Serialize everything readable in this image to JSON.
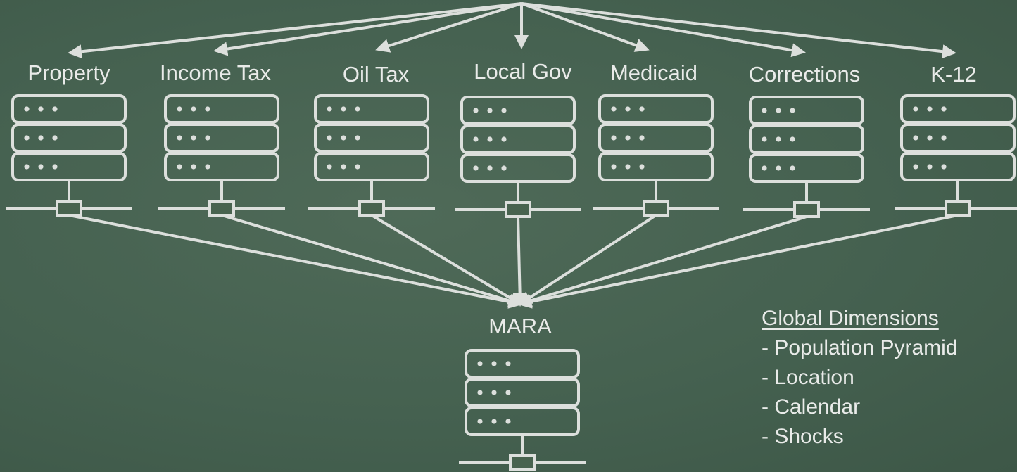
{
  "nodes": [
    {
      "id": "property",
      "label": "Property",
      "icon": "database-server-icon"
    },
    {
      "id": "income-tax",
      "label": "Income Tax",
      "icon": "database-server-icon"
    },
    {
      "id": "oil-tax",
      "label": "Oil Tax",
      "icon": "database-server-icon"
    },
    {
      "id": "local-gov",
      "label": "Local Gov",
      "icon": "database-server-icon"
    },
    {
      "id": "medicaid",
      "label": "Medicaid",
      "icon": "database-server-icon"
    },
    {
      "id": "corrections",
      "label": "Corrections",
      "icon": "database-server-icon"
    },
    {
      "id": "k-12",
      "label": "K-12",
      "icon": "database-server-icon"
    }
  ],
  "hub": {
    "id": "mara",
    "label": "MARA",
    "icon": "database-server-icon"
  },
  "legend": {
    "title": "Global Dimensions",
    "items": [
      "- Population Pyramid",
      "- Location",
      "- Calendar",
      "- Shocks"
    ]
  },
  "colors": {
    "background": "#456150",
    "stroke": "#dcdfdc",
    "text": "#e9ebe9"
  }
}
